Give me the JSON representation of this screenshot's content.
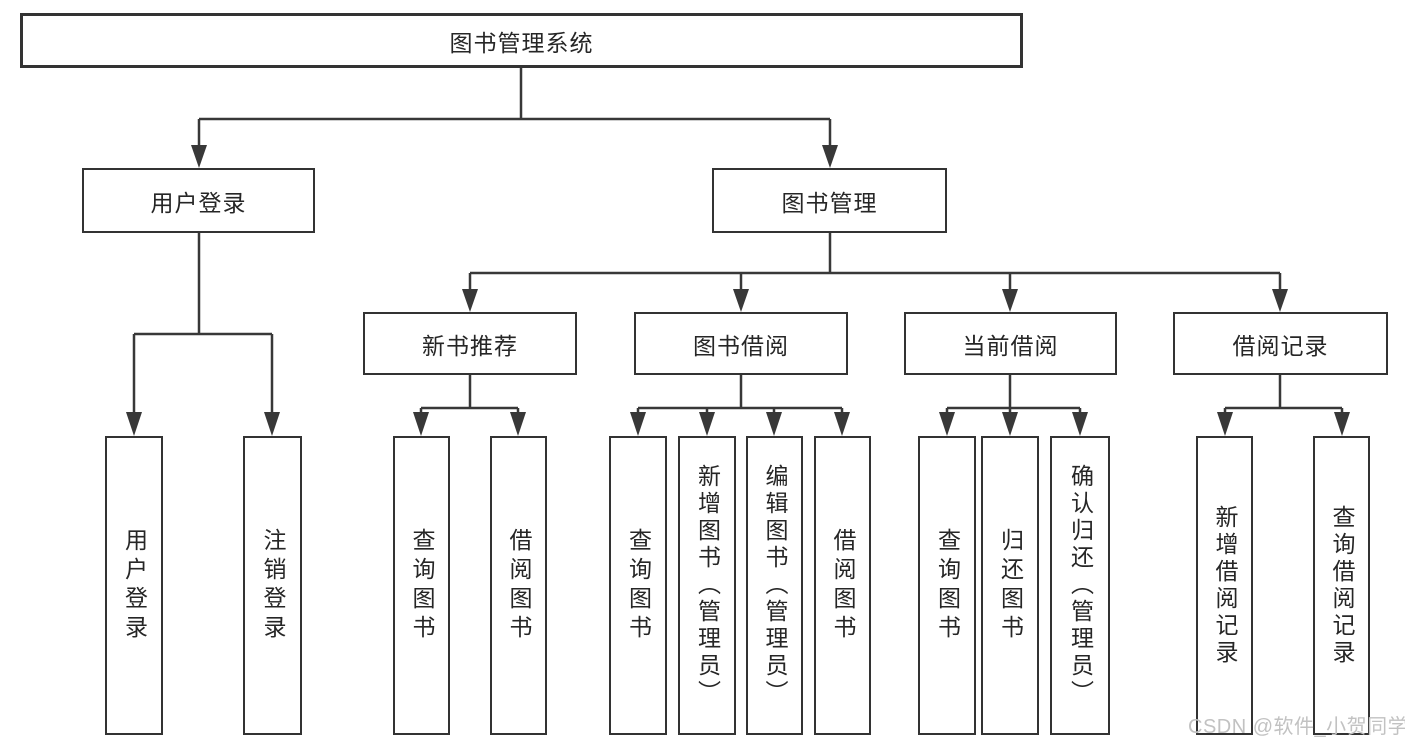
{
  "diagram": {
    "root": "图书管理系统",
    "level2": [
      "用户登录",
      "图书管理"
    ],
    "level3": [
      "新书推荐",
      "图书借阅",
      "当前借阅",
      "借阅记录"
    ],
    "login_children": [
      "用户登录",
      "注销登录"
    ],
    "recommend_children": [
      "查询图书",
      "借阅图书"
    ],
    "borrow_children": [
      "查询图书",
      "新增图书（管理员）",
      "编辑图书（管理员）",
      "借阅图书"
    ],
    "current_children": [
      "查询图书",
      "归还图书",
      "确认归还（管理员）"
    ],
    "records_children": [
      "新增借阅记录",
      "查询借阅记录"
    ],
    "colors": {
      "line": "#383838",
      "box_border": "#333333",
      "text": "#262626",
      "watermark": "#c2c2c2",
      "background": "#ffffff"
    }
  },
  "watermark": "CSDN @软件_小贺同学"
}
